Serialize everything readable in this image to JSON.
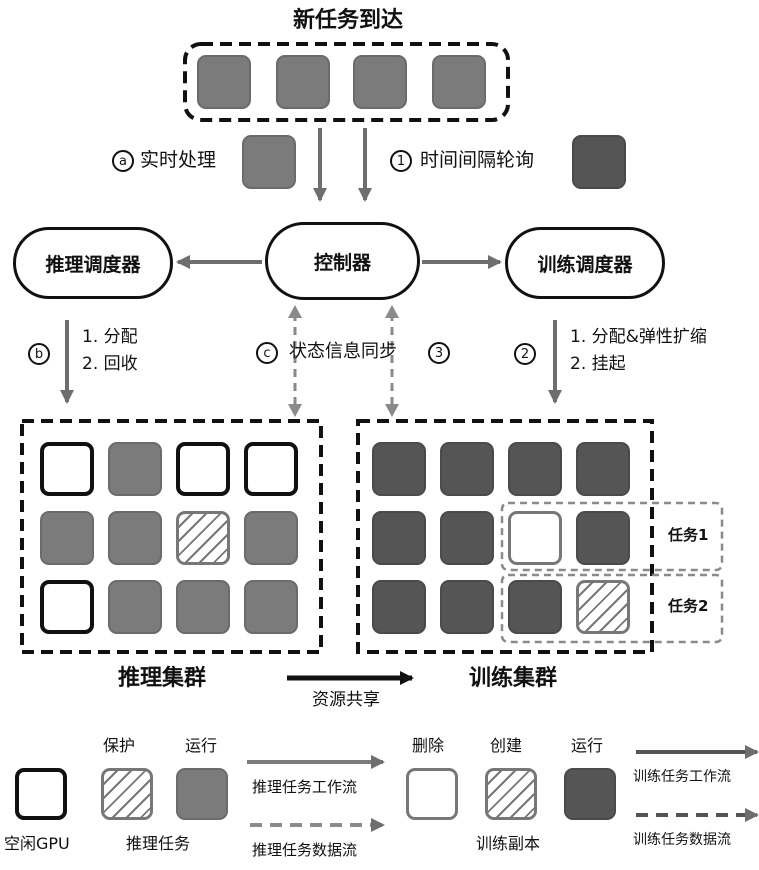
{
  "title": "新任务到达",
  "controller": "控制器",
  "infer_scheduler": "推理调度器",
  "train_scheduler": "训练调度器",
  "paths": {
    "a_mark": "a",
    "a_label": "实时处理",
    "one_mark": "1",
    "one_label": "时间间隔轮询",
    "b_mark": "b",
    "b_step1": "1. 分配",
    "b_step2": "2. 回收",
    "c_mark": "c",
    "sync_label": "状态信息同步",
    "three_mark": "3",
    "two_mark": "2",
    "two_step1": "1. 分配&弹性扩缩",
    "two_step2": "2. 挂起"
  },
  "clusters": {
    "infer_name": "推理集群",
    "train_name": "训练集群",
    "share_label": "资源共享",
    "infer_grid": [
      [
        "idle",
        "run",
        "idle",
        "idle"
      ],
      [
        "run",
        "run",
        "protect",
        "run"
      ],
      [
        "idle",
        "run",
        "run",
        "run"
      ]
    ],
    "train_grid": [
      [
        "run",
        "run",
        "run",
        "run"
      ],
      [
        "run",
        "run",
        "delete",
        "run"
      ],
      [
        "run",
        "run",
        "run",
        "create"
      ]
    ],
    "task1": "任务1",
    "task2": "任务2"
  },
  "legend": {
    "idle_gpu": "空闲GPU",
    "protect": "保护",
    "run_infer": "运行",
    "infer_task": "推理任务",
    "infer_workflow": "推理任务工作流",
    "infer_dataflow": "推理任务数据流",
    "delete": "删除",
    "create": "创建",
    "run_train": "运行",
    "train_replica": "训练副本",
    "train_workflow": "训练任务工作流",
    "train_dataflow": "训练任务数据流"
  },
  "colors": {
    "infer_run": "#7b7b7b",
    "train_run": "#555555",
    "arrow": "#6e6e6e",
    "border": "#111111"
  }
}
